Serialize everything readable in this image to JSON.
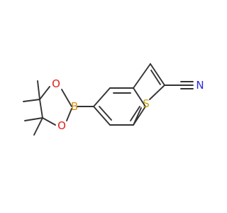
{
  "molecule": {
    "atoms": {
      "B": "B",
      "O1": "O",
      "O2": "O",
      "S": "S",
      "N": "N"
    },
    "colors": {
      "bond": "#333333",
      "B": "#d68f17",
      "O": "#e0201b",
      "S": "#c8a300",
      "N": "#2a29e6"
    }
  }
}
